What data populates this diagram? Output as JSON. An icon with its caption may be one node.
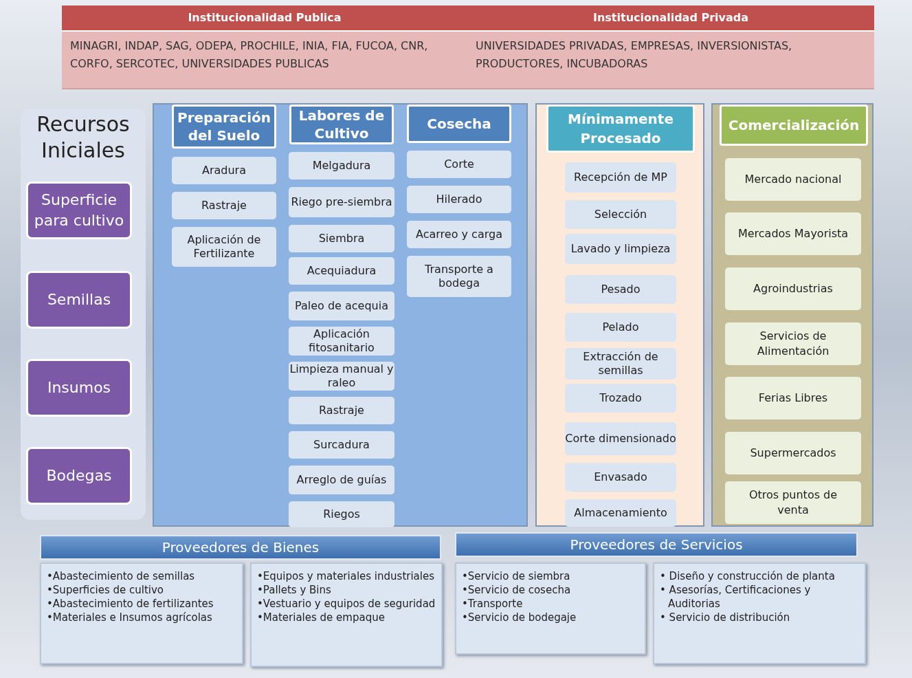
{
  "diagram": {
    "nodes": [
      {
        "text": [
          "Institucionalidad Publica",
          "MINAGRI,  INDAP,  SAG,  ODEPA,  PROCHILE,  INIA,  FIA, FUCOA,  CNR,  CORFO, SERCOTEC, UNIVERSIDADES PUBLICAS"
        ]
      },
      {
        "text": [
          "Institucionalidad Privada",
          "UNIVERSIDADES PRIVADAS,  EMPRESAS,  INVERSIONISTAS, PRODUCTORES,  INCUBADORAS"
        ]
      },
      {
        "text": [
          "Recursos Iniciales"
        ]
      },
      {
        "text": [
          "Superficie para cultivo"
        ],
        "in": 2
      },
      {
        "text": [
          "Semillas"
        ],
        "in": 2
      },
      {
        "text": [
          "Insumos"
        ],
        "in": 2
      },
      {
        "text": [
          "Bodegas"
        ],
        "in": 2
      },
      {
        "text": [],
        "shape": "box"
      },
      {
        "text": [
          "Preparación del Suelo"
        ],
        "in": 7
      },
      {
        "text": [
          "Aradura"
        ],
        "in": 7
      },
      {
        "text": [
          "Rastraje"
        ],
        "in": 7
      },
      {
        "text": [
          "Aplicación de Fertilizante"
        ],
        "in": 7
      },
      {
        "text": [
          "Labores de Cultivo"
        ],
        "in": 7
      },
      {
        "text": [
          "Melgadura"
        ],
        "in": 7
      },
      {
        "text": [
          "Riego pre-siembra"
        ],
        "in": 7
      },
      {
        "text": [
          "Siembra"
        ],
        "in": 7
      },
      {
        "text": [
          "Acequiadura"
        ],
        "in": 7
      },
      {
        "text": [
          "Paleo de acequia"
        ],
        "in": 7
      },
      {
        "text": [
          "Aplicación fitosanitario"
        ],
        "in": 7
      },
      {
        "text": [
          "Limpieza manual y raleo"
        ],
        "in": 7
      },
      {
        "text": [
          "Rastraje"
        ],
        "in": 7
      },
      {
        "text": [
          "Surcadura"
        ],
        "in": 7
      },
      {
        "text": [
          "Arreglo de guías"
        ],
        "in": 7
      },
      {
        "text": [
          "Riegos"
        ],
        "in": 7
      },
      {
        "text": [
          "Cosecha"
        ],
        "in": 7
      },
      {
        "text": [
          "Corte"
        ],
        "in": 7
      },
      {
        "text": [
          "Hilerado"
        ],
        "in": 7
      },
      {
        "text": [
          "Acarreo y carga"
        ],
        "in": 7
      },
      {
        "text": [
          "Transporte a bodega"
        ],
        "in": 7
      },
      {
        "text": [],
        "shape": "box"
      },
      {
        "text": [
          "Mínimamente Procesado"
        ],
        "in": 29
      },
      {
        "text": [
          "Recepción de MP"
        ],
        "in": 29
      },
      {
        "text": [
          "Selección"
        ],
        "in": 29
      },
      {
        "text": [
          "Lavado y limpieza"
        ],
        "in": 29
      },
      {
        "text": [
          "Pesado"
        ],
        "in": 29
      },
      {
        "text": [
          "Pelado"
        ],
        "in": 29
      },
      {
        "text": [
          "Extracción de semillas"
        ],
        "in": 29
      },
      {
        "text": [
          "Trozado"
        ],
        "in": 29
      },
      {
        "text": [
          "Corte dimensionado"
        ],
        "in": 29
      },
      {
        "text": [
          "Envasado"
        ],
        "in": 29
      },
      {
        "text": [
          "Almacenamiento"
        ],
        "in": 29
      },
      {
        "text": [],
        "shape": "box"
      },
      {
        "text": [
          "Comercialización"
        ],
        "in": 41
      },
      {
        "text": [
          "Mercado nacional"
        ],
        "in": 41
      },
      {
        "text": [
          "Mercados Mayorista"
        ],
        "in": 41
      },
      {
        "text": [
          "Agroindustrias"
        ],
        "in": 41
      },
      {
        "text": [
          "Servicios de Alimentación"
        ],
        "in": 41
      },
      {
        "text": [
          "Ferias Libres"
        ],
        "in": 41
      },
      {
        "text": [
          "Supermercados"
        ],
        "in": 41
      },
      {
        "text": [
          "Otros puntos de venta"
        ],
        "in": 41
      },
      {
        "text": [
          "Proveedores de Bienes"
        ]
      },
      {
        "text": [
          "•Abastecimiento de  semillas",
          "•Superficies de cultivo",
          "•Abastecimiento de fertilizantes",
          "•Materiales e Insumos agrícolas"
        ]
      },
      {
        "text": [
          "•Equipos y materiales industriales",
          "•Pallets y Bins",
          "•Vestuario y equipos de seguridad",
          "•Materiales de empaque"
        ]
      },
      {
        "text": [
          "Proveedores de Servicios"
        ]
      },
      {
        "text": [
          "•Servicio de siembra",
          "•Servicio de cosecha",
          "•Transporte",
          "•Servicio de bodegaje"
        ]
      },
      {
        "text": [
          "• Diseño y construcción de planta",
          "• Asesorías, Certificaciones y Auditorias",
          "• Servicio de distribución"
        ]
      }
    ],
    "edges": []
  }
}
